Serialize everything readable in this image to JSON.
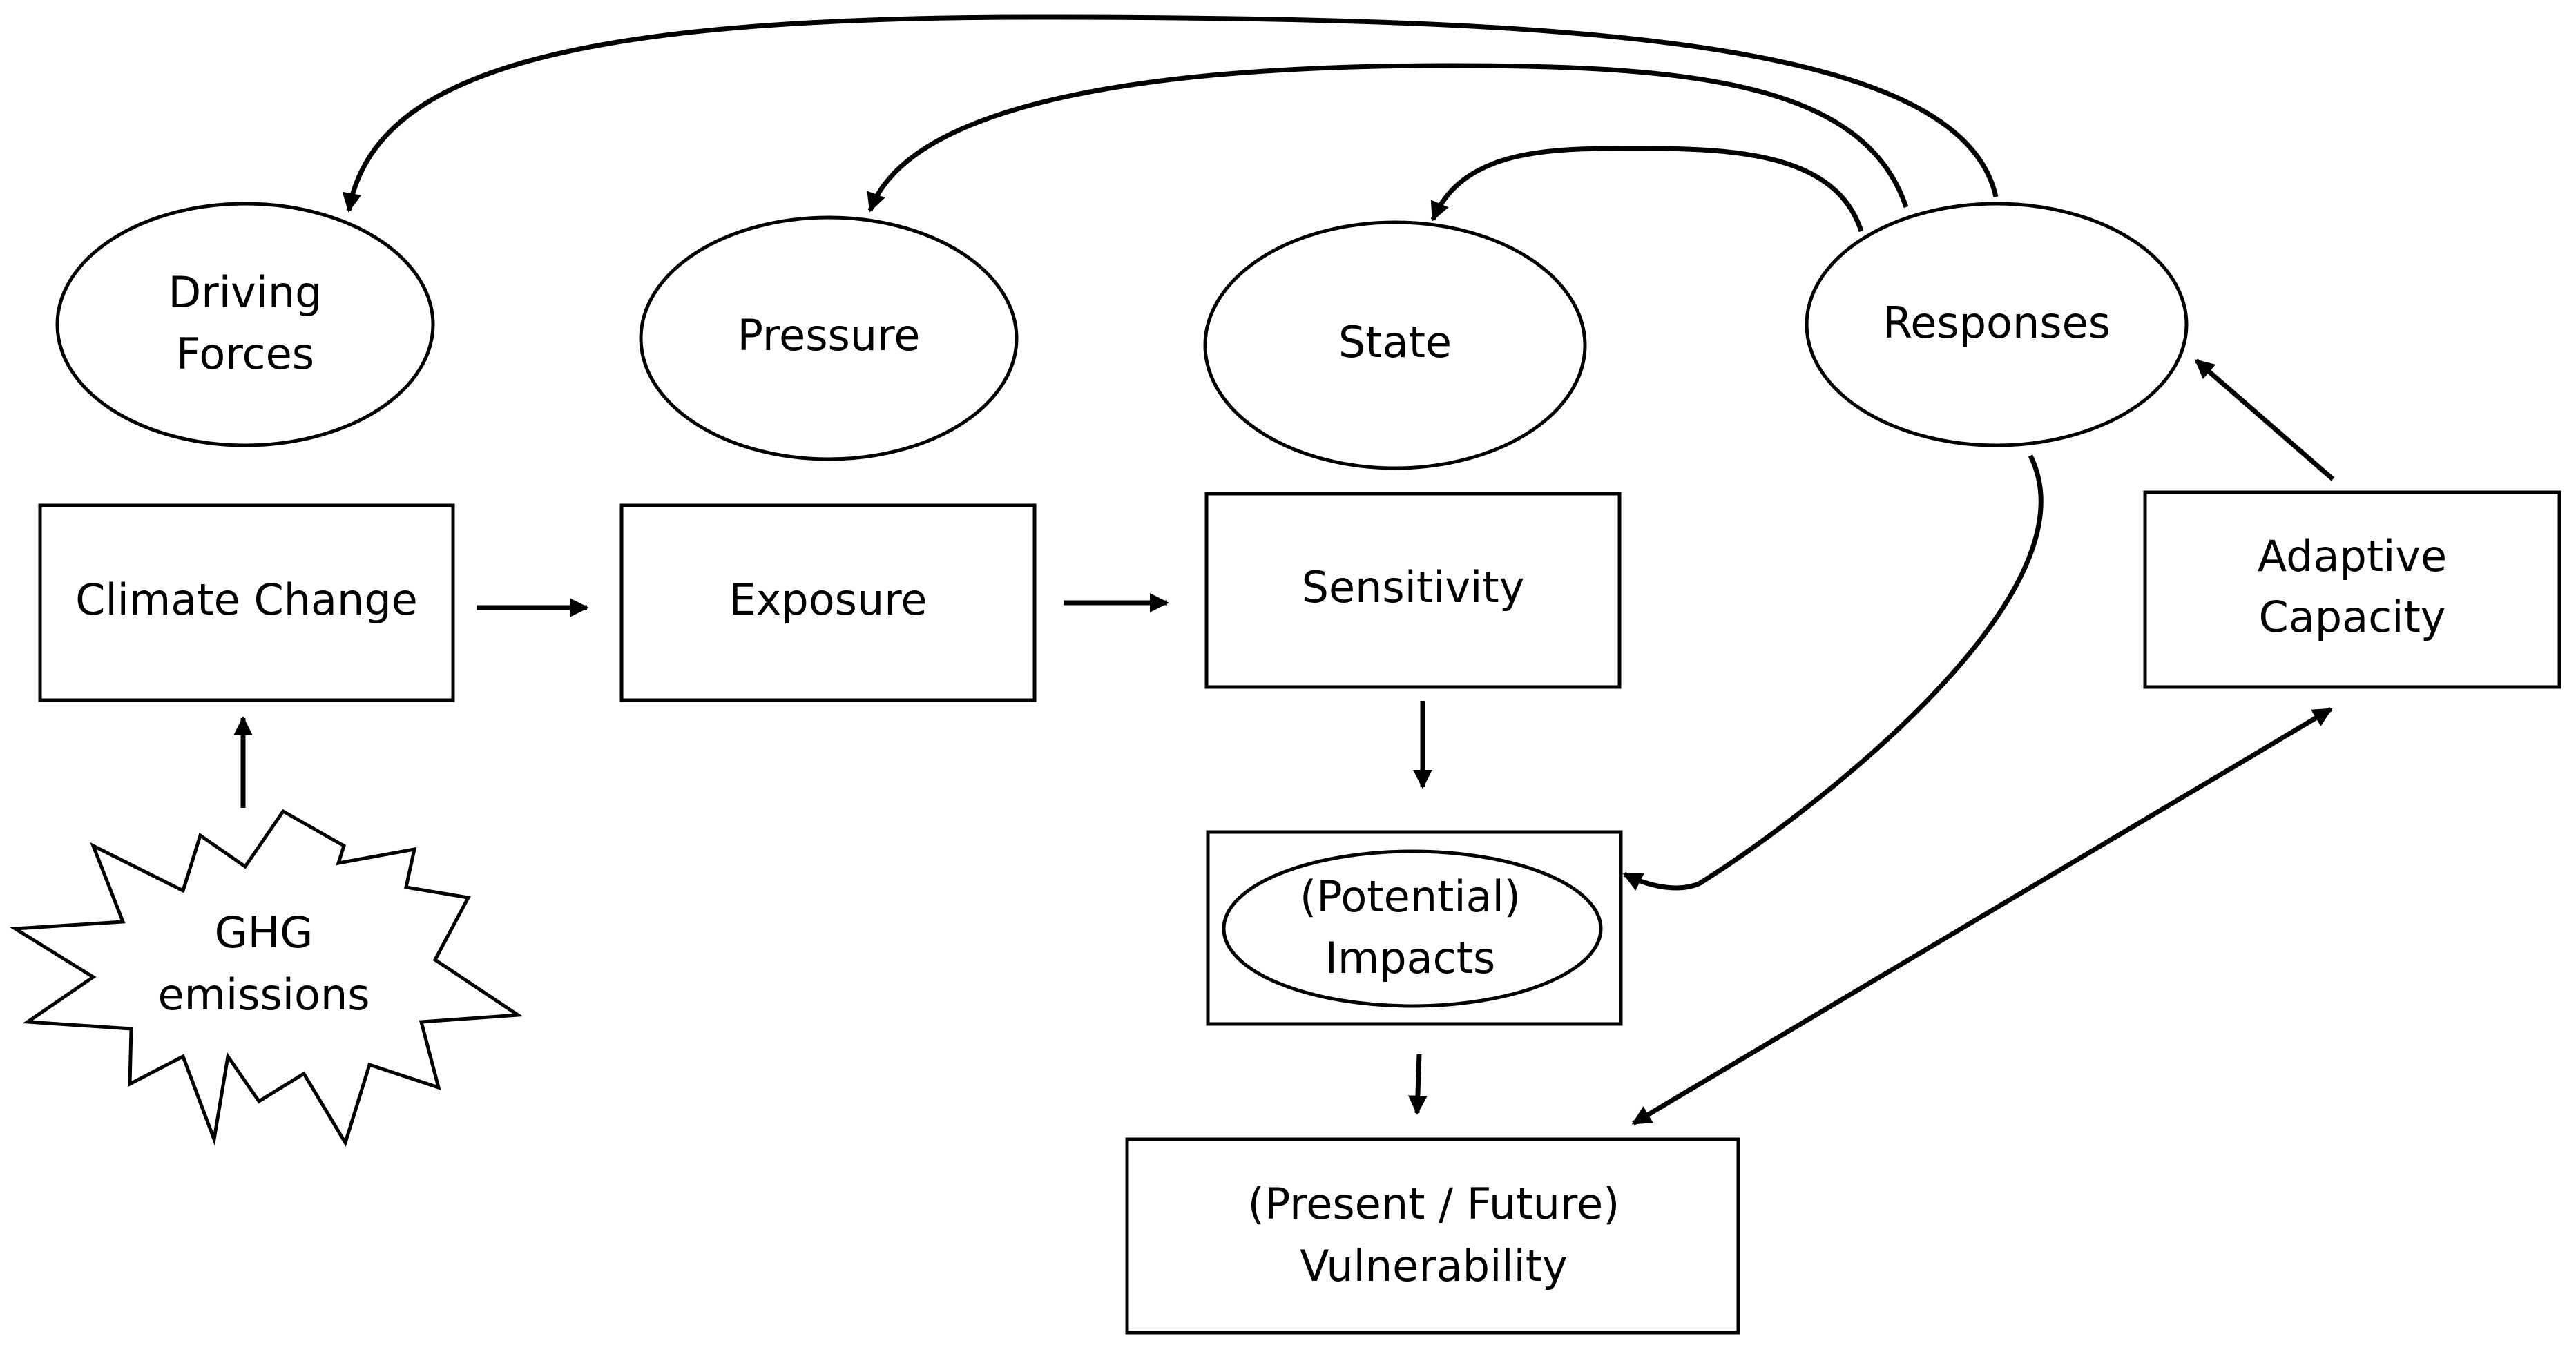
{
  "ovals": {
    "driving_forces": [
      "Driving",
      "Forces"
    ],
    "pressure": "Pressure",
    "state": "State",
    "responses": "Responses"
  },
  "boxes": {
    "climate_change": "Climate Change",
    "exposure": "Exposure",
    "sensitivity": "Sensitivity",
    "adaptive_capacity": [
      "Adaptive",
      "Capacity"
    ],
    "potential_impacts": [
      "(Potential)",
      "Impacts"
    ],
    "vulnerability": [
      "(Present / Future)",
      "Vulnerability"
    ]
  },
  "starburst": {
    "ghg_emissions": [
      "GHG",
      "emissions"
    ]
  },
  "colors": {
    "stroke": "#000000",
    "fill": "#ffffff"
  }
}
